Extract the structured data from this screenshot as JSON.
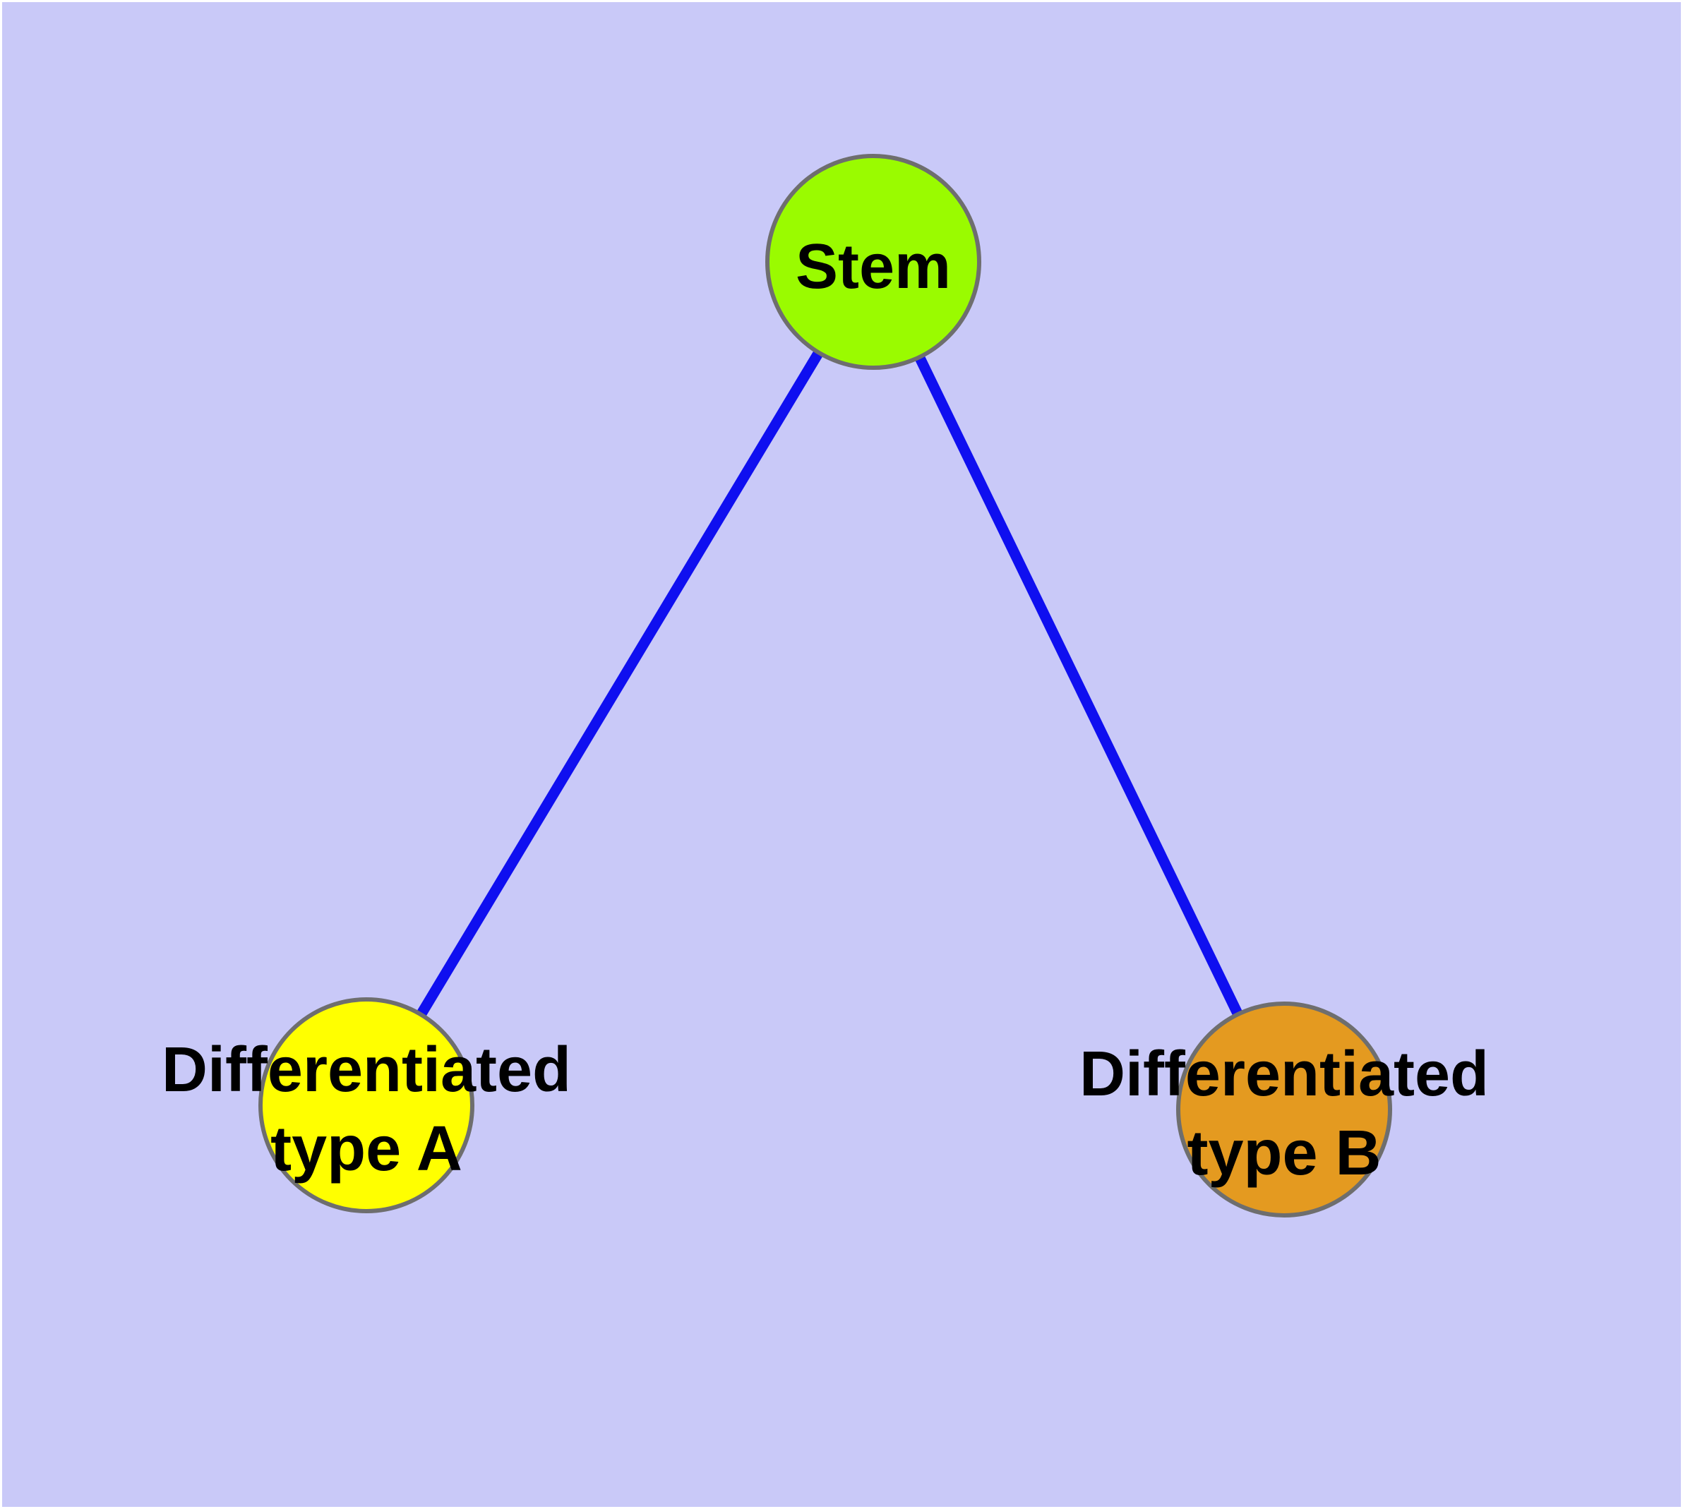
{
  "diagram": {
    "type": "graph",
    "background_color": "#c9c9f8",
    "frame_color": "#ffffff",
    "node_border_color": "#6e6e6e",
    "edge_color": "#0f0ff0",
    "text_color": "#000000",
    "nodes": [
      {
        "id": "stem",
        "label": "Stem",
        "label_lines": [
          "Stem"
        ],
        "color": "#9afb00"
      },
      {
        "id": "differentiated-type-a",
        "label": "Differentiated type A",
        "label_lines": [
          "Differentiated",
          "type A"
        ],
        "color": "#ffff00"
      },
      {
        "id": "differentiated-type-b",
        "label": "Differentiated type B",
        "label_lines": [
          "Differentiated",
          "type B"
        ],
        "color": "#e49a20"
      }
    ],
    "edges": [
      {
        "from": "Stem",
        "to": "Differentiated type A"
      },
      {
        "from": "Stem",
        "to": "Differentiated type B"
      }
    ]
  }
}
